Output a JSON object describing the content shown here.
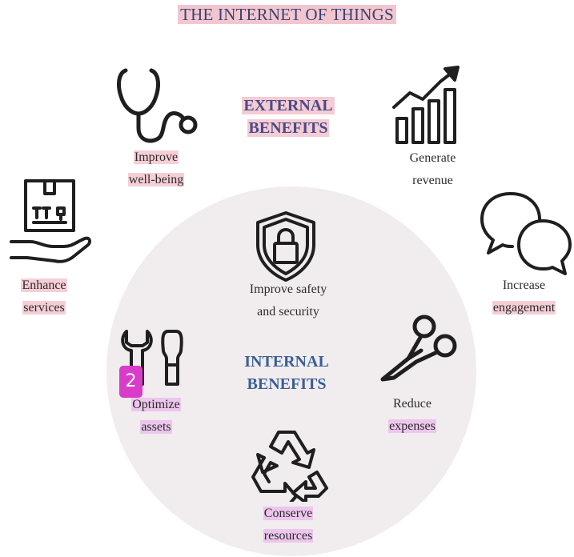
{
  "title": "THE INTERNET OF THINGS",
  "external": {
    "line1": "EXTERNAL",
    "line2": "BENEFITS"
  },
  "internal": {
    "line1": "INTERNAL",
    "line2": "BENEFITS"
  },
  "items": {
    "improve_wellbeing": {
      "line1": "Improve",
      "line2": "well-being",
      "icon": "stethoscope-icon"
    },
    "generate_revenue": {
      "line1": "Generate",
      "line2": "revenue",
      "icon": "growth-chart-icon"
    },
    "enhance_services": {
      "line1": "Enhance",
      "line2": "services",
      "icon": "hand-box-icon"
    },
    "increase_engagement": {
      "line1": "Increase",
      "line2": "engagement",
      "icon": "chat-bubbles-icon"
    },
    "improve_safety": {
      "line1": "Improve safety",
      "line2": "and security",
      "icon": "shield-lock-icon"
    },
    "optimize_assets": {
      "line1": "Optimize",
      "line2": "assets",
      "icon": "tools-icon"
    },
    "reduce_expenses": {
      "line1": "Reduce",
      "line2": "expenses",
      "icon": "scissors-icon"
    },
    "conserve_resources": {
      "line1": "Conserve",
      "line2": "resources",
      "icon": "recycle-icon"
    }
  },
  "badge": "2",
  "colors": {
    "external_heading": "#4c4a86",
    "internal_heading": "#3a5f95",
    "pink_highlight": "#f6cfd6",
    "lavender_highlight": "#ecc6ec",
    "inner_circle": "#f1ecee",
    "badge": "#d93cc8"
  }
}
